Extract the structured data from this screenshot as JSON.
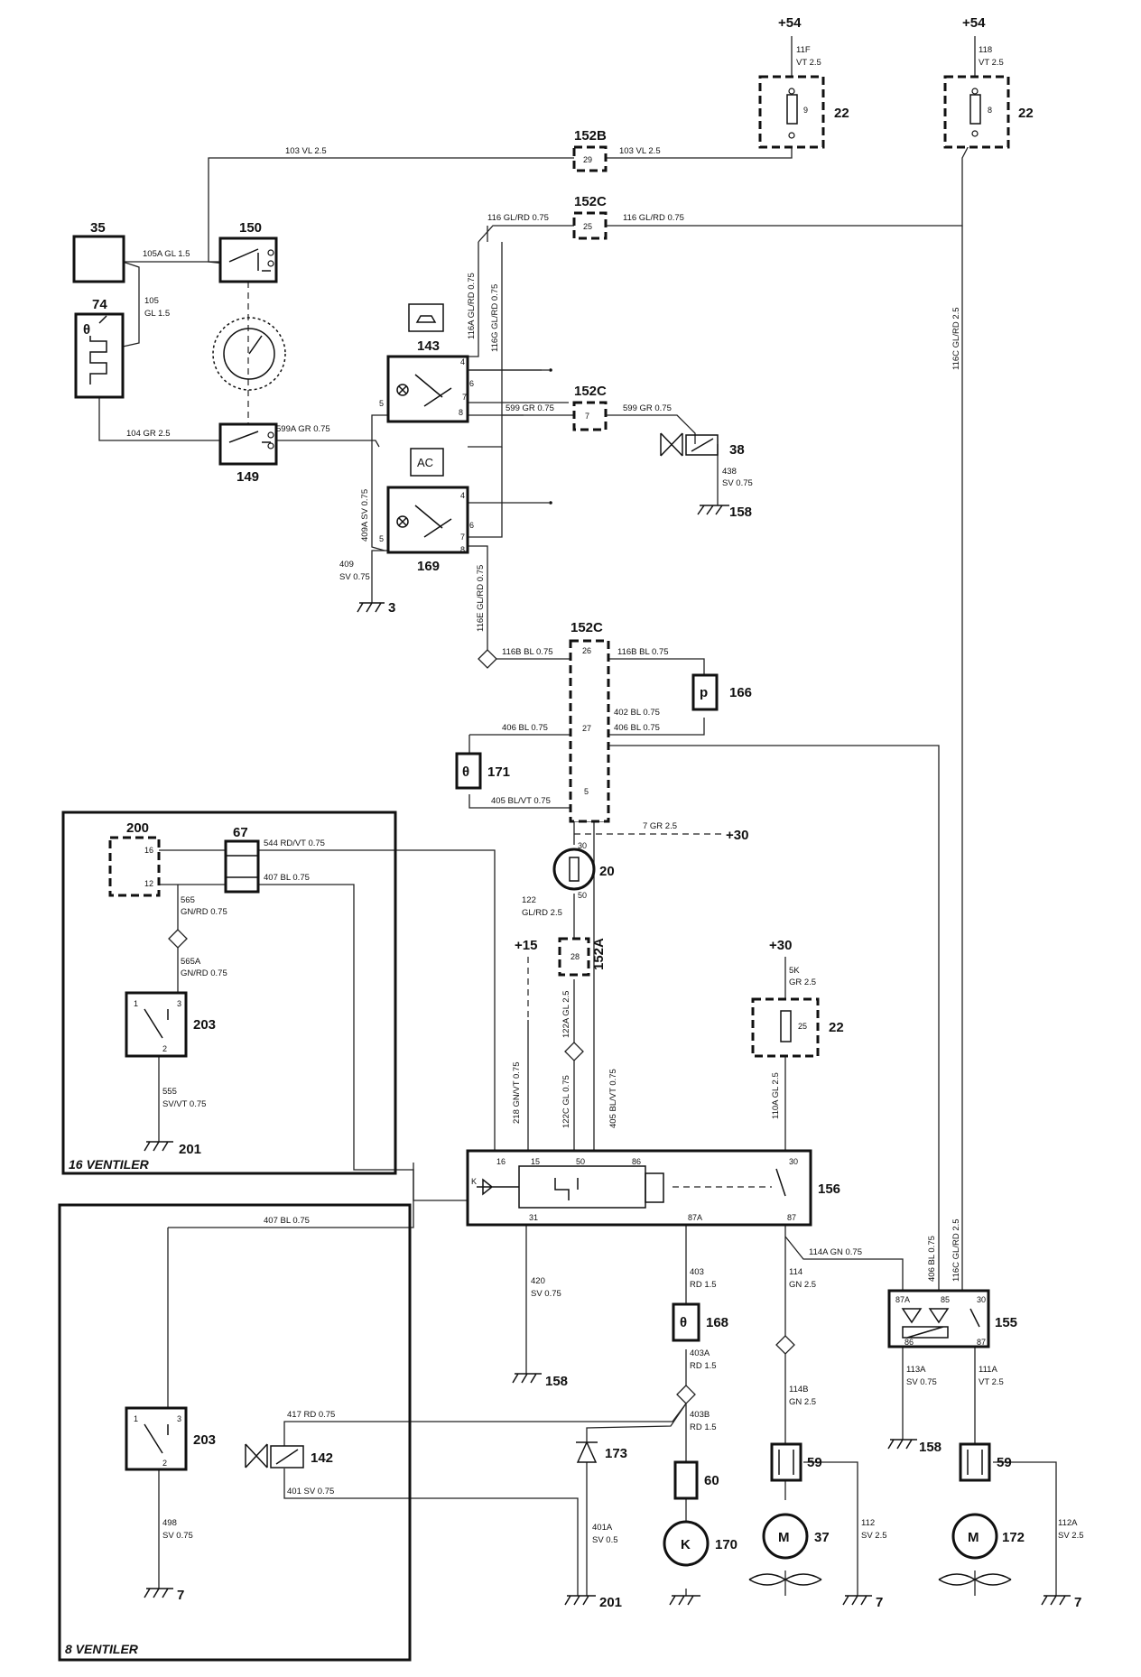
{
  "supply": {
    "plus54_left": "+54",
    "plus54_right": "+54",
    "plus30_top": "+30",
    "plus30_mid": "+30",
    "plus15": "+15"
  },
  "sections": {
    "sixteen_valve": "16 VENTILER",
    "eight_valve": "8 VENTILER"
  },
  "components": {
    "c22a": "22",
    "c22b": "22",
    "c22c": "22",
    "c152b": "152B",
    "c152c_a": "152C",
    "c152c_b": "152C",
    "c152c_c": "152C",
    "c152a": "152A",
    "c35": "35",
    "c150": "150",
    "c74": "74",
    "c149": "149",
    "c143": "143",
    "c169": "169",
    "c38": "38",
    "c158a": "158",
    "c3": "3",
    "c166": "166",
    "c171": "171",
    "c200": "200",
    "c67": "67",
    "c203a": "203",
    "c201a": "201",
    "c20": "20",
    "c156": "156",
    "c158b": "158",
    "c168": "168",
    "c155": "155",
    "c158c": "158",
    "c203b": "203",
    "c142": "142",
    "c173": "173",
    "c60": "60",
    "c170": "170",
    "c59a": "59",
    "c37": "37",
    "c59b": "59",
    "c172": "172",
    "c7a": "7",
    "c201b": "201",
    "c7b": "7",
    "c7c": "7",
    "ac": "AC",
    "k": "K",
    "m1": "M",
    "m2": "M",
    "p": "p",
    "theta": "θ"
  },
  "wires": {
    "w11f": "11F",
    "w11f_spec": "VT 2.5",
    "w118": "118",
    "w118_spec": "VT 2.5",
    "w103": "103 VL 2.5",
    "w103b": "103 VL 2.5",
    "w116": "116 GL/RD 0.75",
    "w116b": "116 GL/RD 0.75",
    "w105a": "105A GL 1.5",
    "w105": "105",
    "w105_spec": "GL 1.5",
    "w104": "104 GR 2.5",
    "w599a": "599A GR 0.75",
    "w116a": "116A GL/RD 0.75",
    "w116g": "116G GL/RD 0.75",
    "w599": "599 GR 0.75",
    "w599b": "599 GR 0.75",
    "w438": "438",
    "w438_spec": "SV 0.75",
    "w409a": "409A SV 0.75",
    "w409": "409",
    "w409_spec": "SV 0.75",
    "w116e": "116E GL/RD 0.75",
    "w116c": "116C GL/RD 2.5",
    "w116c_b": "116C GL/RD 2.5",
    "w116b_l": "116B BL 0.75",
    "w116b_r": "116B BL 0.75",
    "w402": "402 BL 0.75",
    "w406": "406 BL 0.75",
    "w406b": "406 BL 0.75",
    "w406c": "406 BL 0.75",
    "w405": "405 BL/VT 0.75",
    "w405b": "405 BL/VT 0.75",
    "w544": "544 RD/VT 0.75",
    "w407": "407 BL 0.75",
    "w407b": "407 BL 0.75",
    "w565": "565",
    "w565_spec": "GN/RD 0.75",
    "w565a": "565A",
    "w565a_spec": "GN/RD 0.75",
    "w555": "555",
    "w555_spec": "SV/VT 0.75",
    "w7": "7 GR 2.5",
    "w122": "122",
    "w122_spec": "GL/RD 2.5",
    "w218": "218 GN/VT 0.75",
    "w122a": "122A GL 2.5",
    "w122c": "122C GL 0.75",
    "w5k": "5K",
    "w5k_spec": "GR 2.5",
    "w110a": "110A GL 2.5",
    "w420": "420",
    "w420_spec": "SV 0.75",
    "w403": "403",
    "w403_spec": "RD 1.5",
    "w403a": "403A",
    "w403a_spec": "RD 1.5",
    "w403b": "403B",
    "w403b_spec": "RD 1.5",
    "w114": "114",
    "w114_spec": "GN 2.5",
    "w114a": "114A GN 0.75",
    "w114b": "114B",
    "w114b_spec": "GN 2.5",
    "w113a": "113A",
    "w113a_spec": "SV 0.75",
    "w111a": "111A",
    "w111a_spec": "VT 2.5",
    "w417": "417 RD 0.75",
    "w401": "401 SV 0.75",
    "w401a": "401A",
    "w401a_spec": "SV 0.5",
    "w498": "498",
    "w498_spec": "SV 0.75",
    "w112": "112",
    "w112_spec": "SV 2.5",
    "w112a": "112A",
    "w112a_spec": "SV 2.5"
  },
  "pins": {
    "p9": "9",
    "p8": "8",
    "p29": "29",
    "p25": "25",
    "p7": "7",
    "p26": "26",
    "p27": "27",
    "p5": "5",
    "p28": "28",
    "p4": "4",
    "p4b": "4",
    "p6": "6",
    "p6b": "6",
    "p7a": "7",
    "p7b": "7",
    "p5a": "5",
    "p5b": "5",
    "p8a": "8",
    "p8b": "8",
    "p16": "16",
    "p12": "12",
    "p30": "30",
    "p50": "50",
    "p16b": "16",
    "p15": "15",
    "p50b": "50",
    "p86": "86",
    "p30b": "30",
    "p31": "31",
    "p87a": "87A",
    "p87": "87",
    "p1a": "1",
    "p3a": "3",
    "p2a": "2",
    "p1b": "1",
    "p3b": "3",
    "p2b": "2",
    "p87a_r": "87A",
    "p85": "85",
    "p30_r": "30",
    "p86_r": "86",
    "p87_r": "87",
    "p25b": "25",
    "pk": "K"
  },
  "colors": {
    "line": "#222222",
    "background": "#ffffff"
  }
}
